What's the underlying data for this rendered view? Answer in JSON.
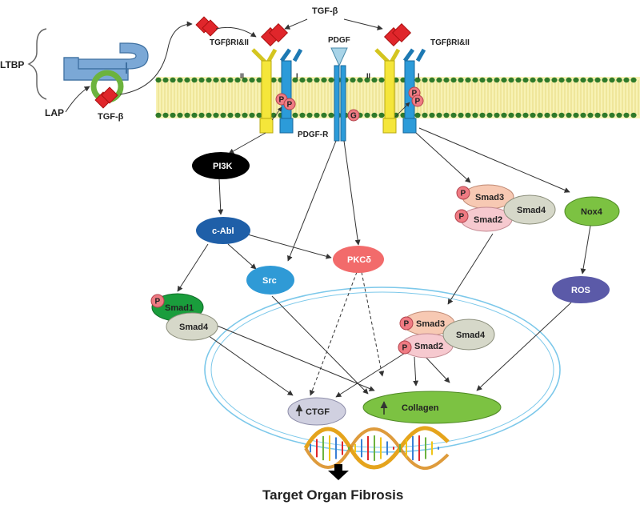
{
  "labels": {
    "ltbp": "LTBP",
    "lap": "LAP",
    "tgfb_latent": "TGF-β",
    "tgfb_top": "TGF-β",
    "receptor_left": "TGFβRI&II",
    "receptor_right": "TGFβRI&II",
    "pdgf": "PDGF",
    "pdgfr": "PDGF-R",
    "rec_ii_left": "II",
    "rec_i_left": "I",
    "rec_ii_right": "II",
    "rec_i_right": "I",
    "p": "P",
    "g": "G",
    "target": "Target Organ Fibrosis"
  },
  "nodes": {
    "pi3k": "PI3K",
    "cabl": "c-Abl",
    "src": "Src",
    "pkcd": "PKCδ",
    "nox4": "Nox4",
    "ros": "ROS",
    "smad3_c": "Smad3",
    "smad2_c": "Smad2",
    "smad4_c": "Smad4",
    "smad3_n": "Smad3",
    "smad2_n": "Smad2",
    "smad4_n": "Smad4",
    "smad1": "Smad1",
    "smad4_l": "Smad4",
    "ctgf": "CTGF",
    "collagen": "Collagen"
  },
  "colors": {
    "pi3k": "#000000",
    "cabl": "#1f5fa8",
    "src": "#2f9ad6",
    "pkcd": "#f26b6b",
    "nox4": "#7cc242",
    "ros": "#5b5aa8",
    "smad3": "#f7c9b3",
    "smad2": "#f6c9cf",
    "smad4": "#d6d8c9",
    "smad1": "#1a9d3c",
    "ctgf": "#d0d0e0",
    "collagen": "#7cc242",
    "phospho": "#ef7b83",
    "receptor_ii": "#f5e63a",
    "receptor_i": "#2c9bd9",
    "ligand": "#e0262b",
    "membrane": "#f6f0a0",
    "nucleus": "#7cc8ea"
  }
}
